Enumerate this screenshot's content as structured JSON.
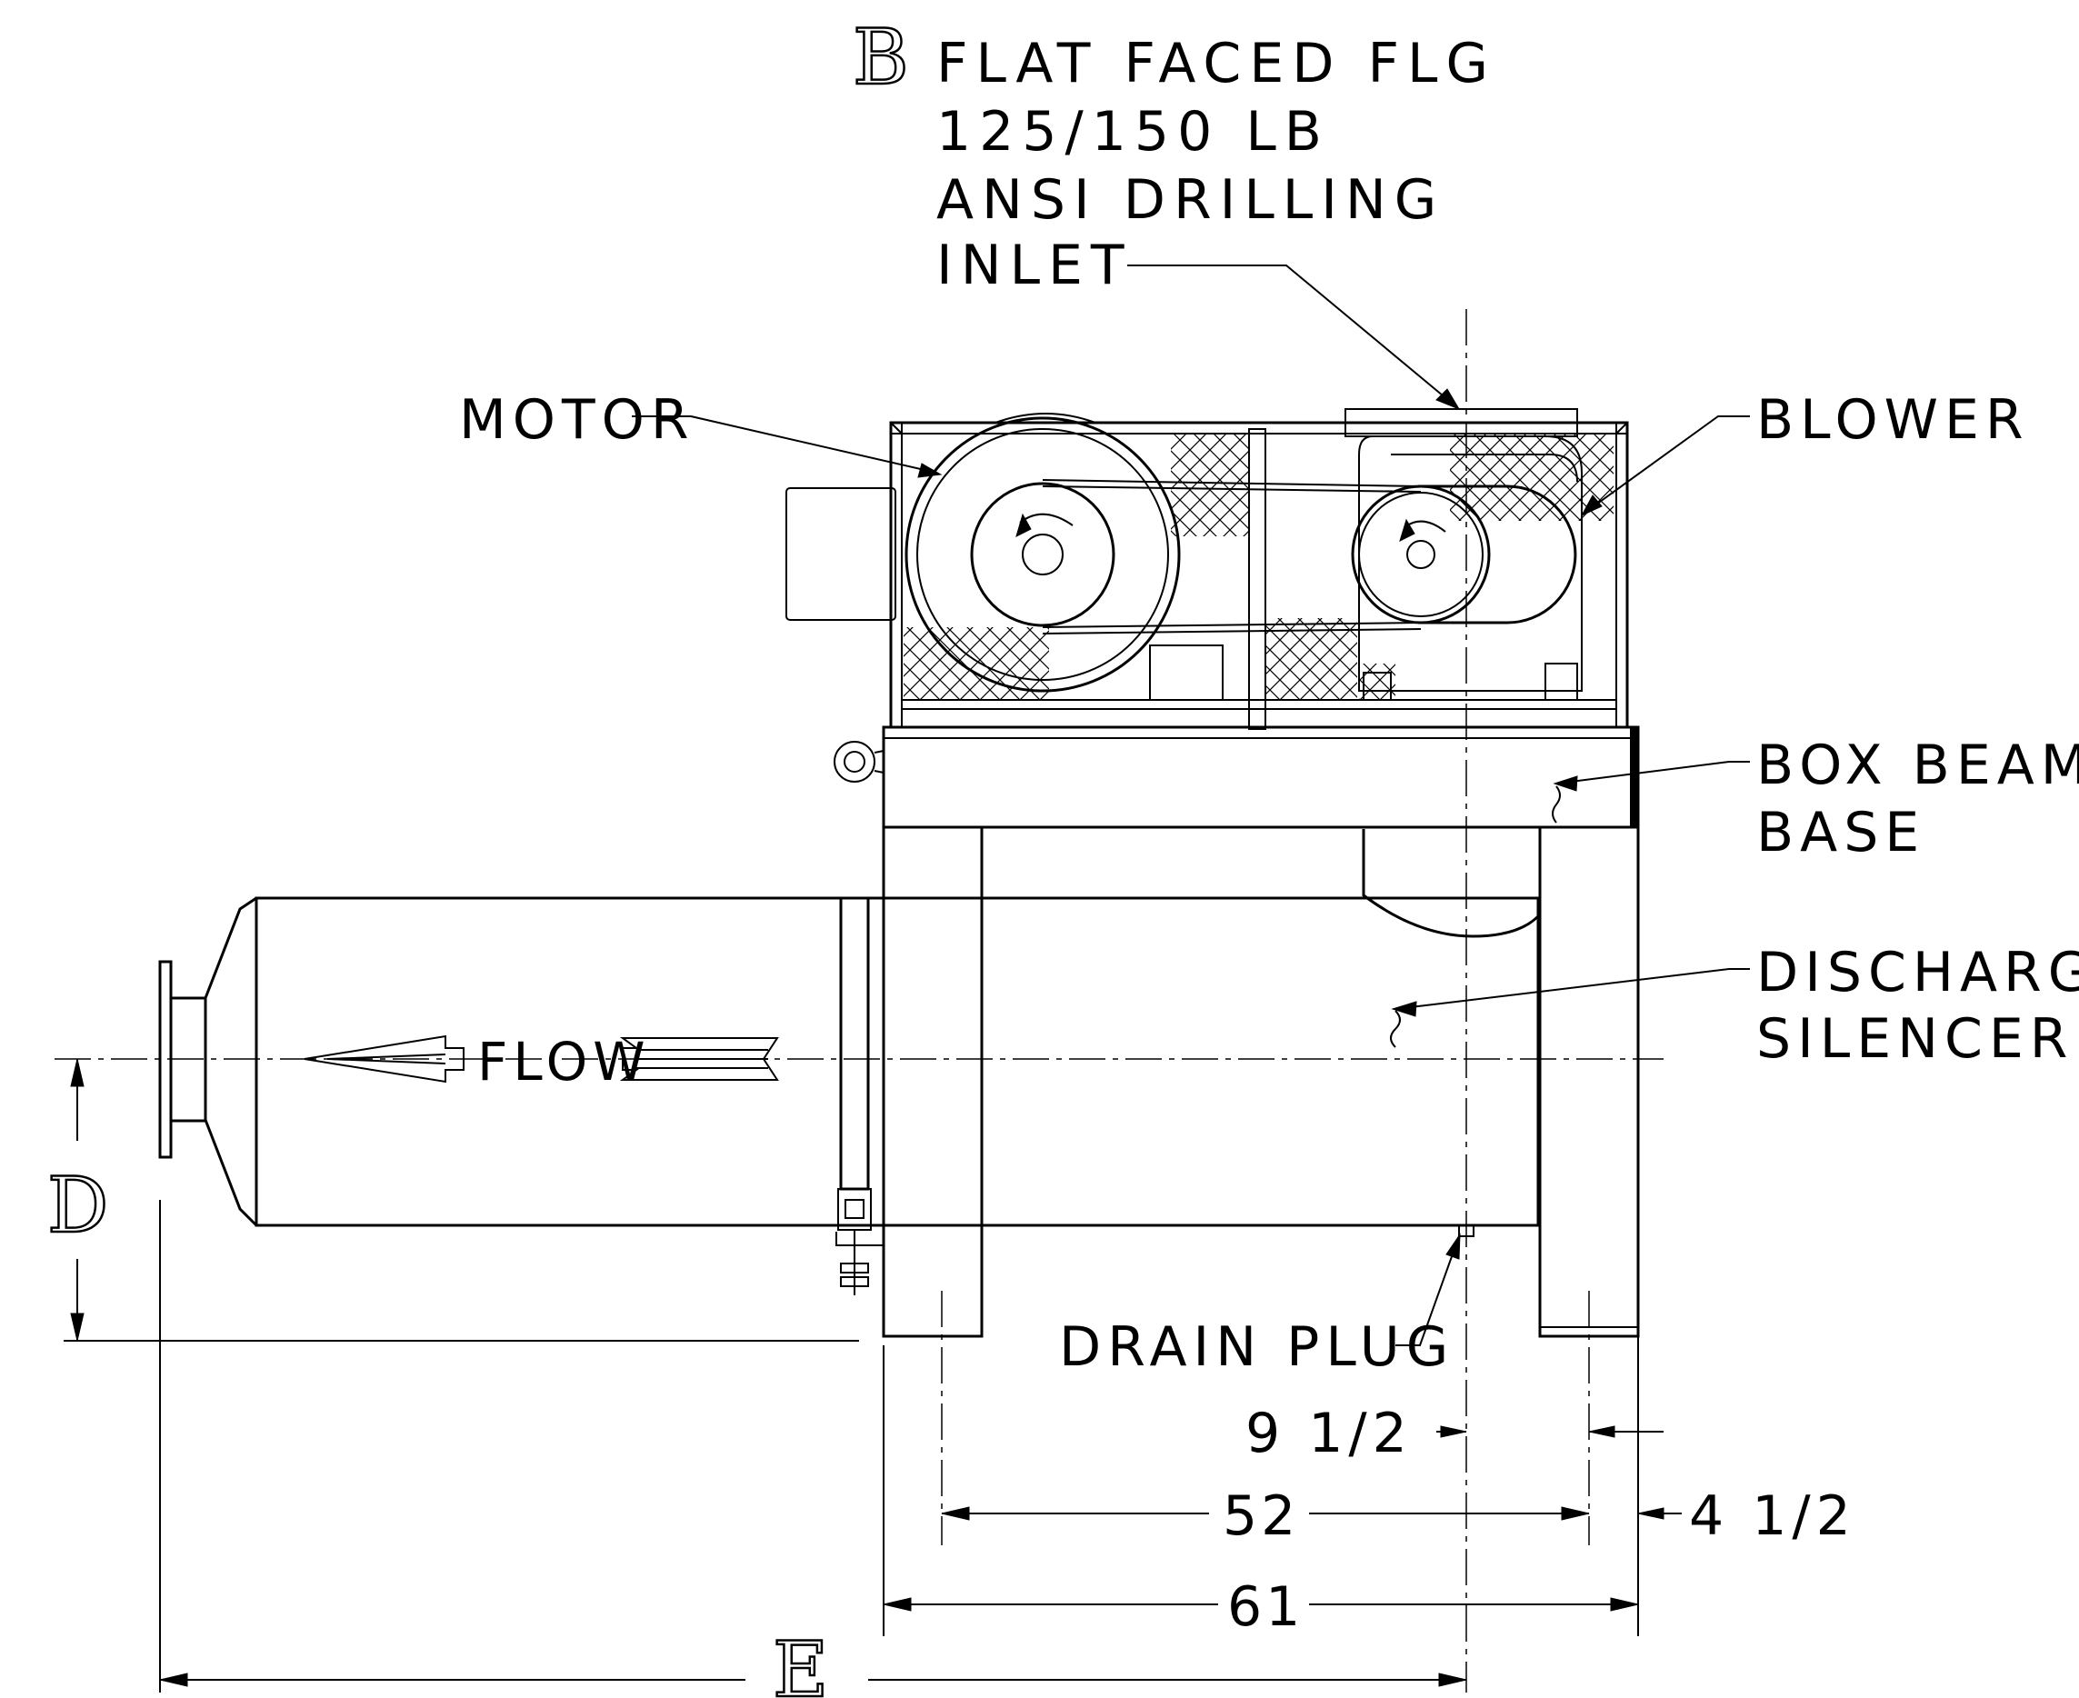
{
  "callouts": {
    "inlet_letter": "B",
    "inlet_line1": "FLAT FACED FLG",
    "inlet_line2": "125/150 LB",
    "inlet_line3": "ANSI DRILLING",
    "inlet_line4": "INLET",
    "motor": "MOTOR",
    "blower": "BLOWER",
    "box_beam_line1": "BOX BEAM",
    "box_beam_line2": "BASE",
    "silencer_line1": "DISCHARGE",
    "silencer_line2": "SILENCER",
    "drain_plug": "DRAIN PLUG",
    "flow": "FLOW"
  },
  "dimensions": {
    "d_letter": "D",
    "e_letter": "E",
    "dim_9_5": "9 1/2",
    "dim_52": "52",
    "dim_4_5": "4 1/2",
    "dim_61": "61"
  }
}
